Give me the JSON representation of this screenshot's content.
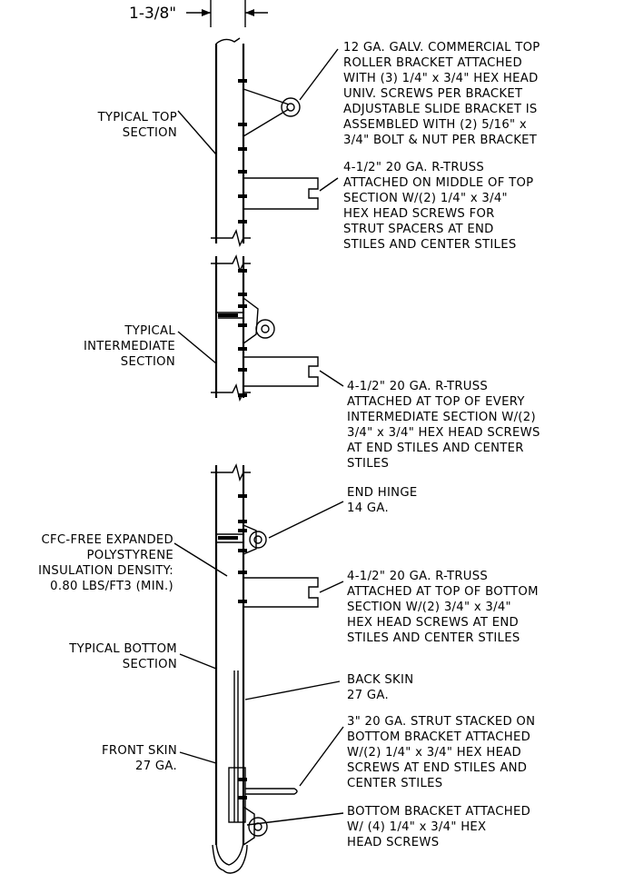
{
  "dimension": {
    "text": "1-3/8\""
  },
  "left_labels": {
    "top_section": [
      "TYPICAL TOP",
      "SECTION"
    ],
    "intermediate_section": [
      "TYPICAL",
      "INTERMEDIATE",
      "SECTION"
    ],
    "insulation": [
      "CFC-FREE EXPANDED",
      "POLYSTYRENE",
      "INSULATION DENSITY:",
      "0.80 LBS/FT3 (MIN.)"
    ],
    "bottom_section": [
      "TYPICAL BOTTOM",
      "SECTION"
    ],
    "front_skin": [
      "FRONT SKIN",
      "27 GA."
    ]
  },
  "right_callouts": {
    "top_roller_bracket": [
      "12 GA. GALV. COMMERCIAL TOP",
      "ROLLER BRACKET ATTACHED",
      "WITH (3) 1/4\" x 3/4\" HEX HEAD",
      "UNIV. SCREWS PER BRACKET",
      "ADJUSTABLE SLIDE BRACKET IS",
      "ASSEMBLED WITH (2) 5/16\" x",
      "3/4\" BOLT & NUT PER BRACKET"
    ],
    "top_r_truss": [
      "4-1/2\" 20 GA. R-TRUSS",
      "ATTACHED ON MIDDLE OF TOP",
      "SECTION W/(2) 1/4\" x 3/4\"",
      "HEX HEAD SCREWS FOR",
      "STRUT SPACERS AT END",
      "STILES AND CENTER STILES"
    ],
    "intermediate_r_truss": [
      "4-1/2\" 20 GA. R-TRUSS",
      "ATTACHED AT TOP OF EVERY",
      "INTERMEDIATE SECTION W/(2)",
      "3/4\" x 3/4\" HEX HEAD SCREWS",
      "AT END STILES AND CENTER",
      "STILES"
    ],
    "end_hinge": [
      "END HINGE",
      "14 GA."
    ],
    "bottom_r_truss": [
      "4-1/2\" 20 GA. R-TRUSS",
      "ATTACHED AT TOP OF BOTTOM",
      "SECTION W/(2) 3/4\" x 3/4\"",
      "HEX HEAD SCREWS AT END",
      "STILES AND CENTER STILES"
    ],
    "back_skin": [
      "BACK SKIN",
      "27 GA."
    ],
    "strut": [
      "3\" 20 GA. STRUT STACKED ON",
      "BOTTOM BRACKET ATTACHED",
      "W/(2) 1/4\" x 3/4\" HEX HEAD",
      "SCREWS AT END STILES AND",
      "CENTER STILES"
    ],
    "bottom_bracket": [
      "BOTTOM BRACKET ATTACHED",
      "W/ (4) 1/4\" x 3/4\" HEX",
      "HEAD SCREWS"
    ]
  }
}
